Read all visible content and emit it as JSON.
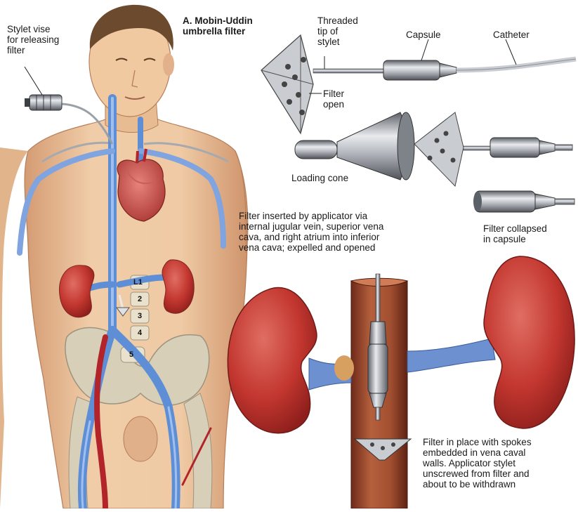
{
  "title": "A. Mobin-Uddin\numbrella filter",
  "labels": {
    "stylet_vise": "Stylet vise\nfor releasing\nfilter",
    "threaded_tip": "Threaded\ntip of\nstylet",
    "capsule": "Capsule",
    "catheter": "Catheter",
    "filter_open": "Filter\nopen",
    "loading_cone": "Loading cone",
    "filter_collapsed": "Filter collapsed\nin capsule",
    "inserted_caption": "Filter inserted by applicator via\ninternal jugular vein, superior vena\ncava, and right atrium into inferior\nvena cava; expelled and opened",
    "in_place_caption": "Filter in place with spokes\nembedded in vena caval\nwalls. Applicator stylet\nunscrewed from filter and\nabout to be withdrawn"
  },
  "vertebrae": [
    "L1",
    "2",
    "3",
    "4",
    "5"
  ],
  "colors": {
    "skin": "#eec9a3",
    "skin_shadow": "#d9a47c",
    "vein": "#5e8fd6",
    "vein_light": "#9fc0ee",
    "artery": "#b3232a",
    "kidney": "#c23a34",
    "metal": "#a9adb3"
  }
}
